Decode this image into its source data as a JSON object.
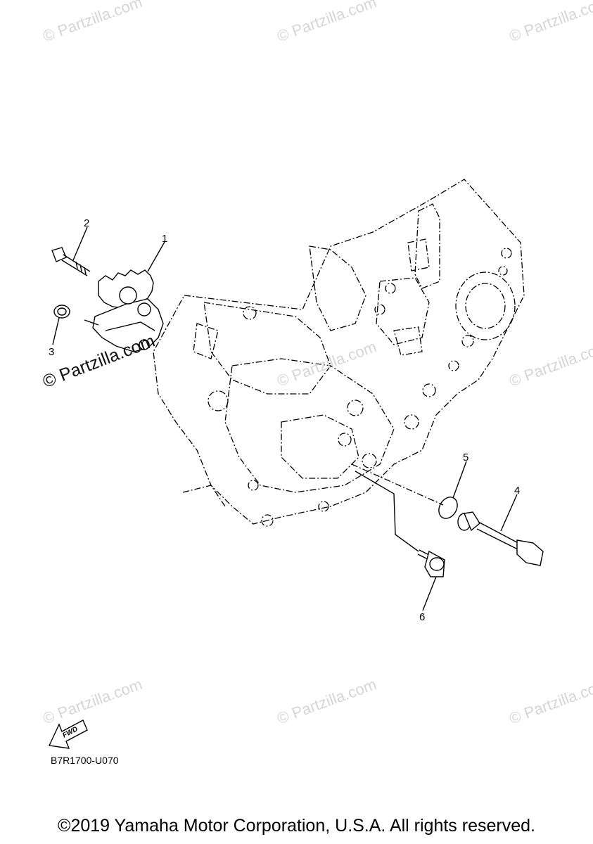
{
  "diagram": {
    "callouts": [
      "1",
      "2",
      "3",
      "4",
      "5",
      "6"
    ],
    "drawing_code": "B7R1700-U070",
    "fwd_label": "FWD",
    "copyright": "©2019 Yamaha Motor Corporation, U.S.A. All rights reserved."
  },
  "watermark": {
    "text": "© Partzilla.com",
    "strong_text": "© Partzilla.com"
  },
  "icons": [
    "fwd-arrow-icon"
  ]
}
